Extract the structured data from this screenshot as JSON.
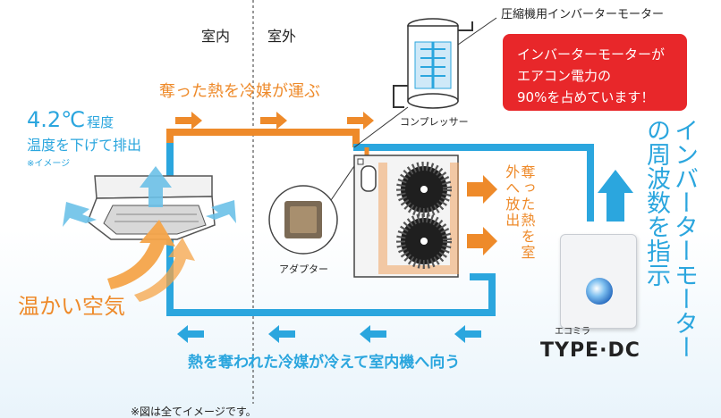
{
  "labels": {
    "indoor": "室内",
    "outdoor": "室外",
    "motor_label": "圧縮機用インバーターモーター",
    "compressor": "コンプレッサー",
    "heat_carried": "奪った熱を冷媒が運ぶ",
    "temp_value": "4.2℃",
    "temp_suffix": "程度",
    "temp_desc": "温度を下げて排出",
    "image_note_small": "※イメージ",
    "warm_air": "温かい空気",
    "adapter": "アダプター",
    "heat_release": "奪った熱を室外へ放出",
    "return_flow": "熱を奪われた冷媒が冷えて室内機へ向う",
    "vertical_title": "インバーターモーターの周波数を指示",
    "product_small": "エコミラ",
    "product_name": "TYPE·DC",
    "footnote": "※図は全てイメージです。"
  },
  "callout": {
    "line1": "インバーターモーターが",
    "line2": "エアコン電力の",
    "line3": "90%を占めています！"
  },
  "colors": {
    "orange": "#ee8a2a",
    "blue": "#2ba6de",
    "red": "#e8272a",
    "outdoor_unit": "#f4f4f4"
  }
}
